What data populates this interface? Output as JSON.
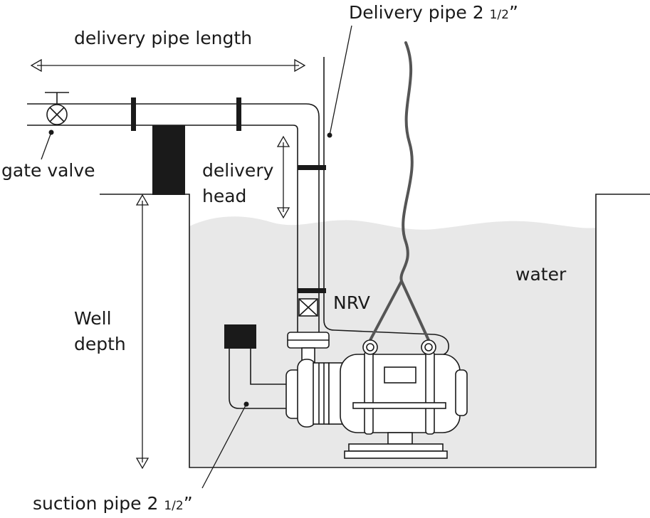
{
  "labels": {
    "delivery_pipe": "Delivery pipe 2 ",
    "delivery_pipe_fraction": "1/2",
    "delivery_pipe_inch": "”",
    "delivery_pipe_length": "delivery pipe length",
    "gate_valve": "gate valve",
    "delivery_head_1": "delivery",
    "delivery_head_2": "head",
    "water": "water",
    "nrv": "NRV",
    "well_depth_1": "Well",
    "well_depth_2": "depth",
    "suction_pipe": "suction pipe 2 ",
    "suction_pipe_fraction": "1/2",
    "suction_pipe_inch": "”"
  },
  "colors": {
    "line": "#1a1a1a",
    "water": "#e8e8e8",
    "cable": "#555555",
    "background": "#ffffff"
  }
}
